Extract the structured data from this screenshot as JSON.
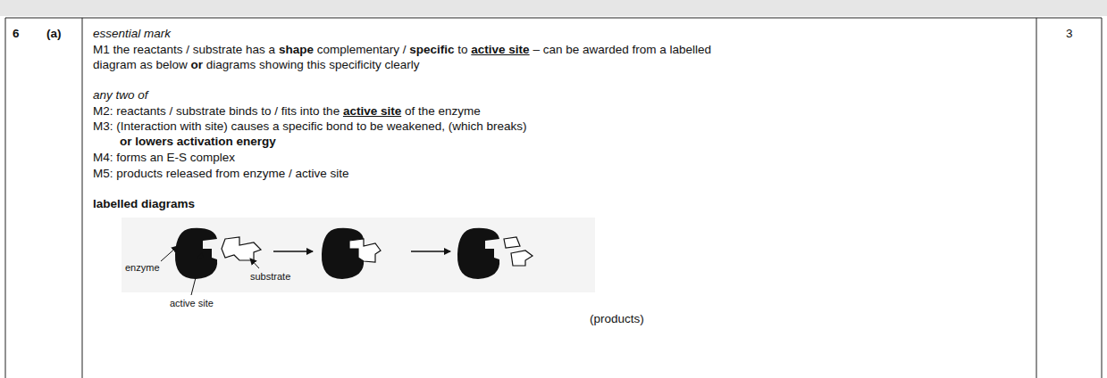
{
  "diagram": {
    "labels": [
      "6",
      "(a)",
      "essential mark",
      "M1 the reactants / substrate has a",
      "shape",
      "complementary /",
      "specific",
      "to",
      "active site",
      "– can be awarded from a labelled",
      "diagram as below",
      "or",
      "diagrams showing this specificity clearly",
      "any two of",
      "M2: reactants / substrate binds to / fits into the",
      "active site",
      "of the enzyme",
      "M3: (Interaction with site) causes a specific bond to be weakened, (which breaks)",
      "or lowers activation energy",
      "M4: forms an E-S complex",
      "M5: products released from enzyme / active site",
      "labelled diagrams",
      "enzyme",
      "substrate",
      "active site",
      "(products)",
      "3"
    ]
  }
}
